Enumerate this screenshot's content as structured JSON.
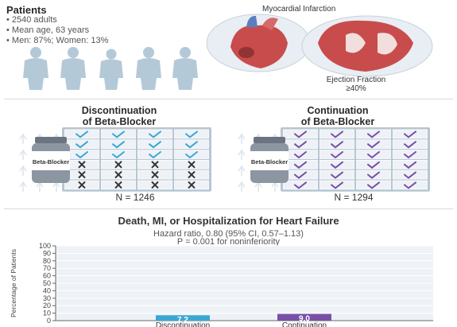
{
  "patients": {
    "title": "Patients",
    "lines": [
      "• 2540 adults",
      "• Mean age, 63 years",
      "• Men: 87%; Women: 13%"
    ]
  },
  "heart": {
    "mi_label": "Myocardial Infarction",
    "ef_line1": "Ejection Fraction",
    "ef_line2": "≥40%"
  },
  "arms": [
    {
      "title_line1": "Discontinuation",
      "title_line2": "of Beta-Blocker",
      "bottle_label": "Beta-Blocker",
      "n_label": "N = 1246",
      "check_rows": 3,
      "cross_rows": 3,
      "check_color": "#3aa7d6"
    },
    {
      "title_line1": "Continuation",
      "title_line2": "of Beta-Blocker",
      "bottle_label": "Beta-Blocker",
      "n_label": "N = 1294",
      "check_rows": 6,
      "cross_rows": 0,
      "check_color": "#7a4fa8"
    }
  ],
  "outcome": {
    "title": "Death, MI, or Hospitalization for Heart Failure",
    "hr_line1": "Hazard ratio, 0.80 (95% CI, 0.57–1.13)",
    "hr_line2": "P = 0.001 for noninferiority"
  },
  "chart_data": {
    "type": "bar",
    "categories": [
      "Discontinuation",
      "Continuation"
    ],
    "values": [
      7.2,
      9.0
    ],
    "value_labels": [
      "7.2",
      "9.0"
    ],
    "ylabel": "Percentage of Patients",
    "ylim": [
      0,
      100
    ],
    "yticks": [
      "0",
      "10",
      "20",
      "30",
      "40",
      "50",
      "60",
      "70",
      "80",
      "90",
      "100"
    ],
    "colors": [
      "#3aa7d6",
      "#7a4fa8"
    ],
    "grid": true
  }
}
